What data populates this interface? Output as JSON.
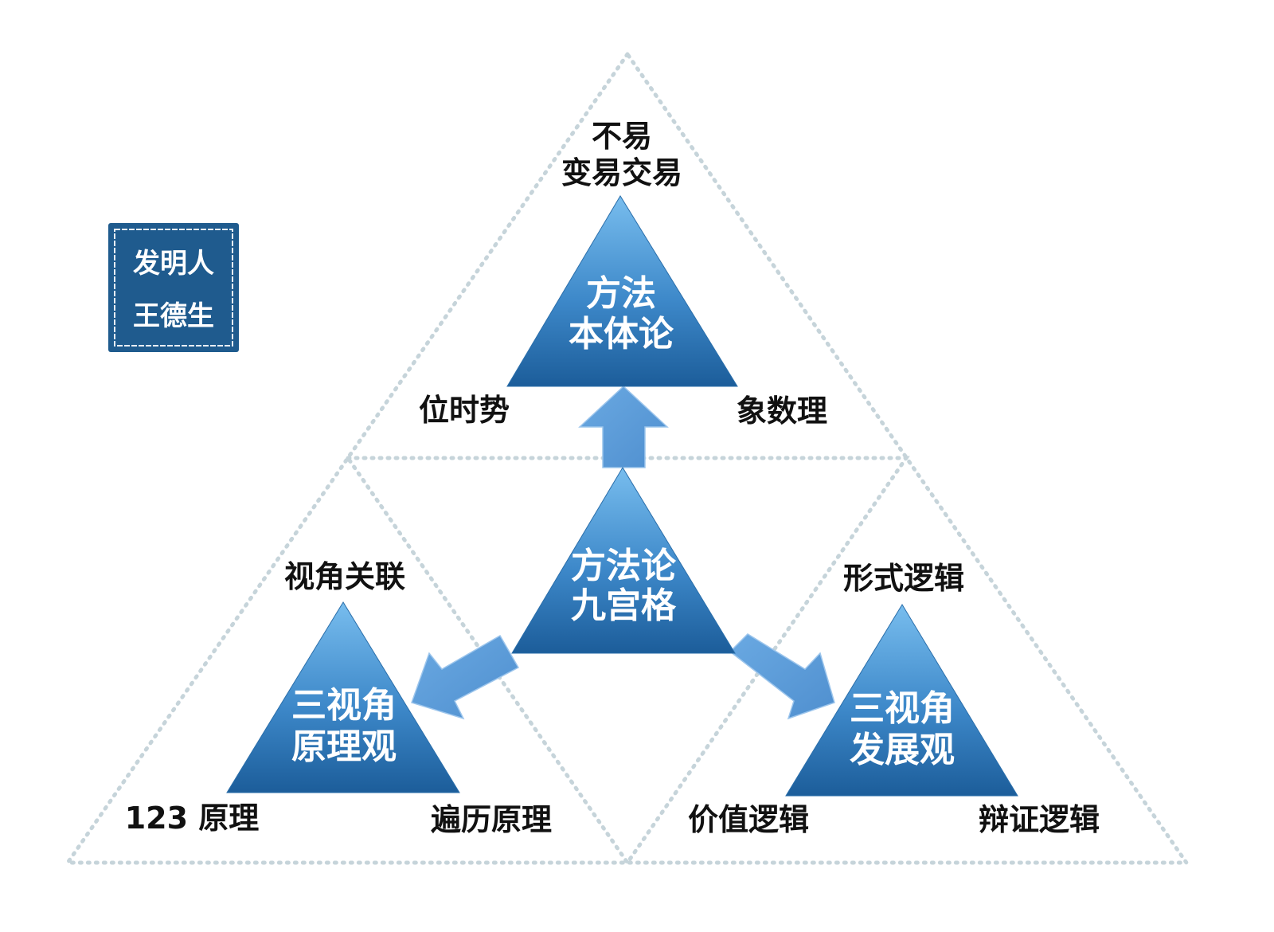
{
  "stamp": {
    "line1": "发明人",
    "line2": "王德生"
  },
  "center": {
    "line1": "方法论",
    "line2": "九宫格"
  },
  "top": {
    "triangle_line1": "方法",
    "triangle_line2": "本体论",
    "apex_line1": "不易",
    "apex_line2": "变易交易",
    "left_label": "位时势",
    "right_label": "象数理"
  },
  "left": {
    "triangle_line1": "三视角",
    "triangle_line2": "原理观",
    "apex_label": "视角关联",
    "left_label": "123 原理",
    "right_label": "遍历原理"
  },
  "right": {
    "triangle_line1": "三视角",
    "triangle_line2": "发展观",
    "apex_label": "形式逻辑",
    "left_label": "价值逻辑",
    "right_label": "辩证逻辑"
  },
  "colors": {
    "triangle_light": "#6fb2e6",
    "triangle_dark": "#1d5f9c",
    "arrow": "#5b9bd8",
    "dotted_line": "#c5d3d8",
    "stamp": "#1f5b8e"
  }
}
